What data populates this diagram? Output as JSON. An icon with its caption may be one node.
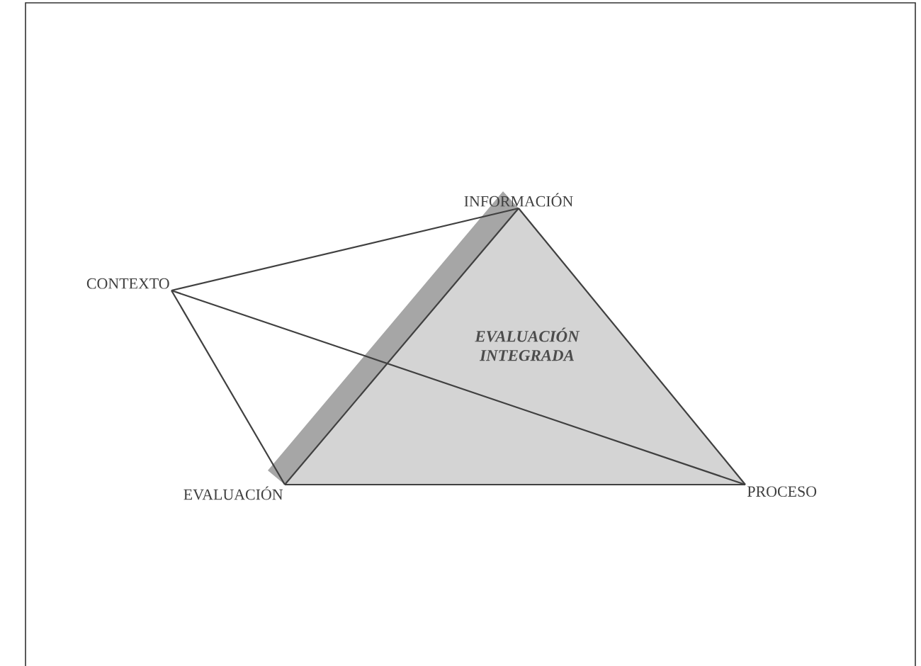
{
  "diagram": {
    "nodes": [
      {
        "text": [
          "INFORMACIÓN"
        ]
      },
      {
        "text": [
          "CONTEXTO"
        ]
      },
      {
        "text": [
          "EVALUACIÓN"
        ]
      },
      {
        "text": [
          "PROCESO"
        ]
      },
      {
        "text": [
          "EVALUACIÓN INTEGRADA"
        ]
      }
    ],
    "edges": [
      {
        "from": 1,
        "to": 0,
        "arrow": "none"
      },
      {
        "from": 1,
        "to": 2,
        "arrow": "none"
      },
      {
        "from": 1,
        "to": 3,
        "arrow": "none"
      },
      {
        "from": 0,
        "to": 2,
        "arrow": "none"
      },
      {
        "from": 0,
        "to": 3,
        "arrow": "none"
      },
      {
        "from": 2,
        "to": 3,
        "arrow": "none"
      }
    ]
  }
}
